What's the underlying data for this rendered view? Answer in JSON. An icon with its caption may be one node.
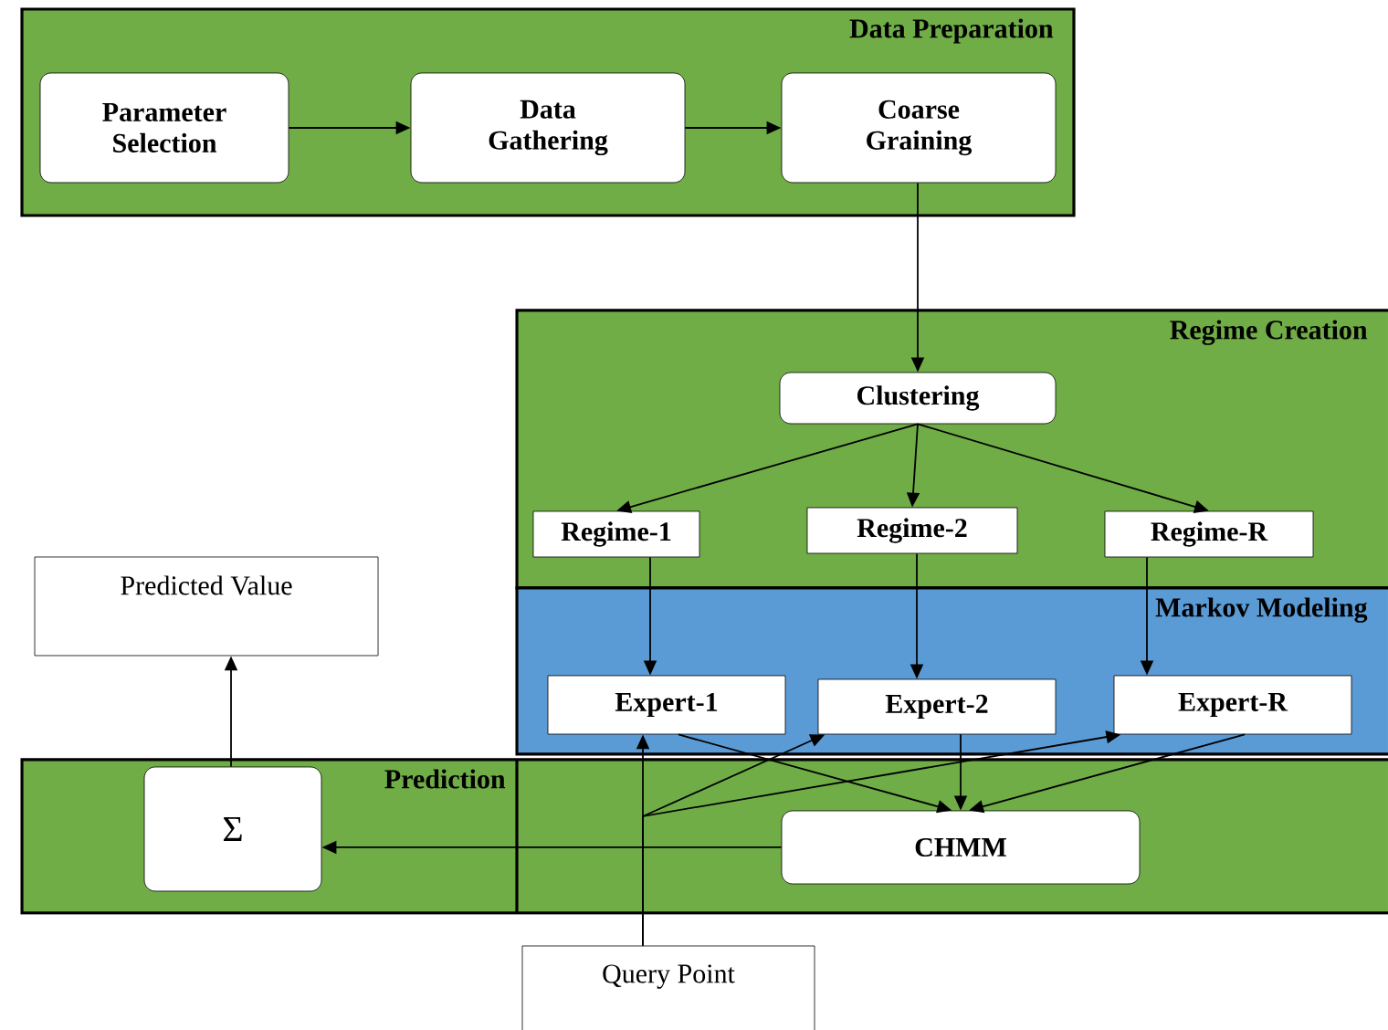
{
  "diagram": {
    "nodes": [
      {
        "text": [
          "Data Preparation"
        ]
      },
      {
        "text": [
          "Parameter Selection"
        ],
        "in": 0
      },
      {
        "text": [
          "Data Gathering"
        ],
        "in": 0
      },
      {
        "text": [
          "Coarse Graining"
        ],
        "in": 0
      },
      {
        "text": [
          "Regime Creation"
        ]
      },
      {
        "text": [
          "Clustering"
        ],
        "in": 4
      },
      {
        "text": [
          "Regime-1"
        ],
        "in": 4
      },
      {
        "text": [
          "Regime-2"
        ],
        "in": 4
      },
      {
        "text": [
          "Regime-R"
        ],
        "in": 4
      },
      {
        "text": [
          "Markov Modeling"
        ]
      },
      {
        "text": [
          "Expert-1"
        ],
        "in": 9
      },
      {
        "text": [
          "Expert-2"
        ],
        "in": 9
      },
      {
        "text": [
          "Expert-R"
        ],
        "in": 9
      },
      {
        "text": [
          "Prediction"
        ]
      },
      {
        "text": [
          "Σ"
        ],
        "in": 13
      },
      {
        "text": [
          "CHMM"
        ],
        "in": 13
      },
      {
        "text": [
          "Predicted Value"
        ]
      },
      {
        "text": [
          "Query Point"
        ]
      }
    ],
    "edges": [
      {
        "from": 1,
        "to": 2,
        "arrow": "to"
      },
      {
        "from": 2,
        "to": 3,
        "arrow": "to"
      },
      {
        "from": 3,
        "to": 5,
        "arrow": "to"
      },
      {
        "from": 5,
        "to": 6,
        "arrow": "to"
      },
      {
        "from": 5,
        "to": 7,
        "arrow": "to"
      },
      {
        "from": 5,
        "to": 8,
        "arrow": "to"
      },
      {
        "from": 6,
        "to": 10,
        "arrow": "to"
      },
      {
        "from": 7,
        "to": 11,
        "arrow": "to"
      },
      {
        "from": 8,
        "to": 12,
        "arrow": "to"
      },
      {
        "from": 10,
        "to": 15,
        "arrow": "to"
      },
      {
        "from": 11,
        "to": 15,
        "arrow": "to"
      },
      {
        "from": 12,
        "to": 15,
        "arrow": "to"
      },
      {
        "from": 15,
        "to": 14,
        "arrow": "to"
      },
      {
        "from": 14,
        "to": 16,
        "arrow": "to"
      },
      {
        "from": 17,
        "to": 10,
        "arrow": "to"
      },
      {
        "from": 17,
        "to": 11,
        "arrow": "to"
      },
      {
        "from": 17,
        "to": 12,
        "arrow": "to"
      }
    ]
  }
}
